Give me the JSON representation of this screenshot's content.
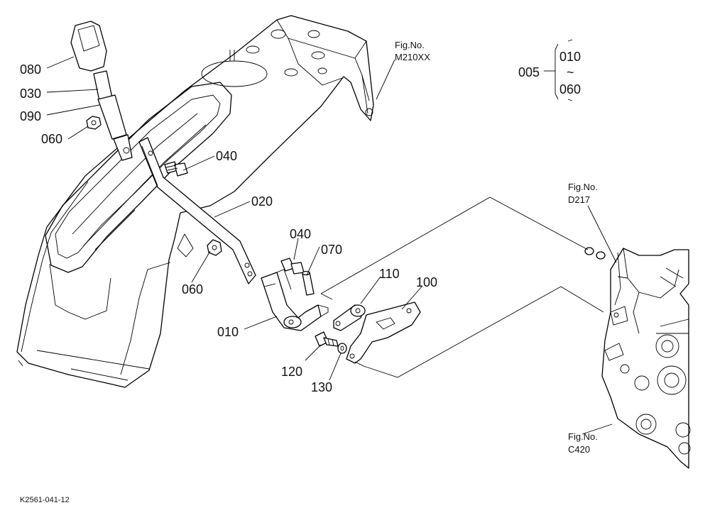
{
  "labels": {
    "p080": "080",
    "p030": "030",
    "p090": "090",
    "p060a": "060",
    "p040a": "040",
    "p020": "020",
    "p040b": "040",
    "p070": "070",
    "p060b": "060",
    "p010": "010",
    "p110": "110",
    "p100": "100",
    "p120": "120",
    "p130": "130",
    "assembly": "005",
    "range_start": "010",
    "range_sep": "~",
    "range_end": "060"
  },
  "refs": {
    "m210_title": "Fig.No.",
    "m210_code": "M210XX",
    "d217_title": "Fig.No.",
    "d217_code": "D217",
    "c420_title": "Fig.No.",
    "c420_code": "C420"
  },
  "drawing_code": "K2561-041-12"
}
